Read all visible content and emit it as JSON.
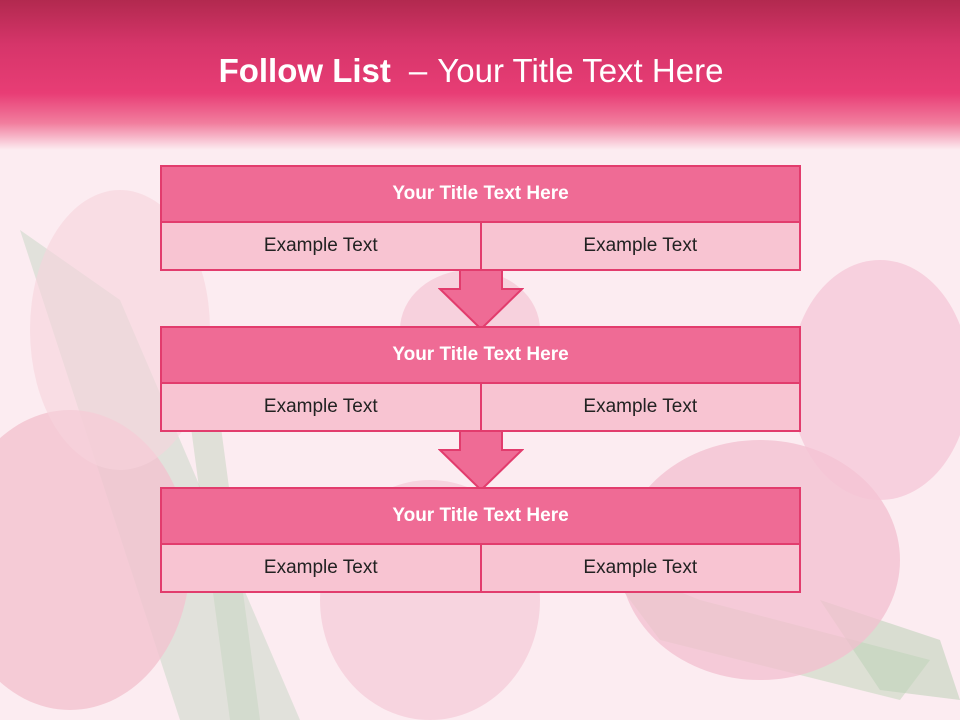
{
  "slide": {
    "title_bold": "Follow List",
    "title_dash": "–",
    "title_rest": "Your Title Text Here",
    "blocks": [
      {
        "title": "Your Title Text Here",
        "cells": [
          "Example Text",
          "Example Text"
        ]
      },
      {
        "title": "Your Title Text Here",
        "cells": [
          "Example Text",
          "Example Text"
        ]
      },
      {
        "title": "Your Title Text Here",
        "cells": [
          "Example Text",
          "Example Text"
        ]
      }
    ]
  },
  "colors": {
    "header": "#e83d75",
    "block_title_fill": "#ef6b95",
    "block_cell_fill": "#f8c4d2",
    "border": "#e23c6d"
  },
  "icons": [
    "tulip-background",
    "down-arrow-icon"
  ]
}
